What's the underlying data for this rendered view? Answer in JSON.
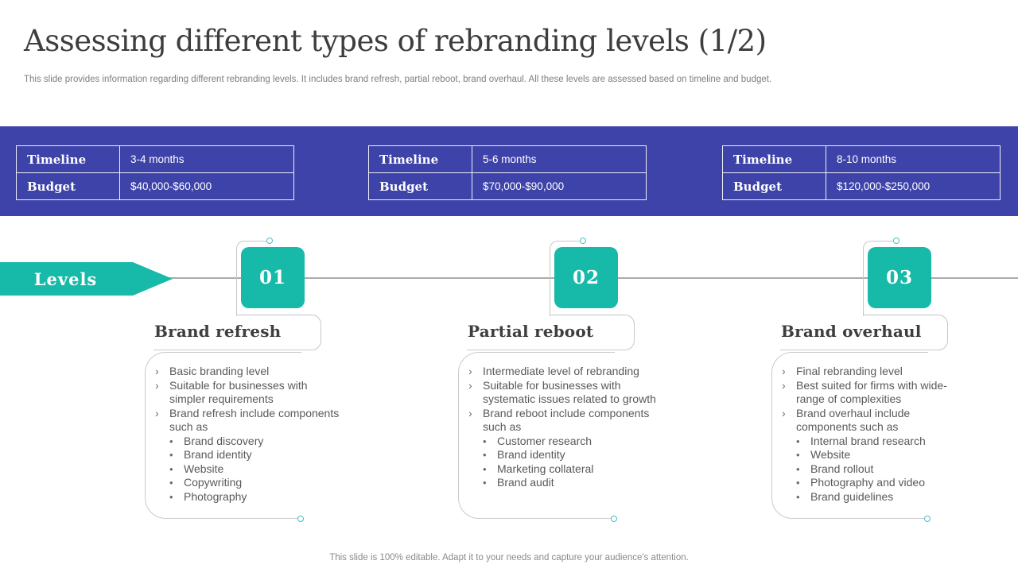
{
  "slide": {
    "title": "Assessing different types of rebranding levels (1/2)",
    "subtitle": "This slide provides information regarding different rebranding levels. It includes brand refresh, partial reboot, brand overhaul. All these levels are assessed based on timeline and budget.",
    "footer": "This slide is 100% editable. Adapt it to your needs and capture your audience's attention.",
    "levels_banner_label": "Levels"
  },
  "colors": {
    "purple": "#3D43A8",
    "teal": "#17B9A8",
    "line": "#ABABAB",
    "frame": "#C7C7C7",
    "dot": "#4BBFC9",
    "dark": "#3D3D3D",
    "body": "#595959",
    "muted": "#7F7F7F"
  },
  "levels": [
    {
      "number": "01",
      "timeline_label": "Timeline",
      "timeline": "3-4 months",
      "budget_label": "Budget",
      "budget": "$40,000-$60,000",
      "heading": "Brand refresh",
      "points": [
        {
          "marker": "›",
          "text": "Basic branding level",
          "sub": false
        },
        {
          "marker": "›",
          "text": "Suitable for businesses with simpler requirements",
          "sub": false
        },
        {
          "marker": "›",
          "text": "Brand refresh include components such as",
          "sub": false
        },
        {
          "marker": "•",
          "text": "Brand discovery",
          "sub": true
        },
        {
          "marker": "•",
          "text": "Brand identity",
          "sub": true
        },
        {
          "marker": "•",
          "text": "Website",
          "sub": true
        },
        {
          "marker": "•",
          "text": "Copywriting",
          "sub": true
        },
        {
          "marker": "•",
          "text": "Photography",
          "sub": true
        }
      ]
    },
    {
      "number": "02",
      "timeline_label": "Timeline",
      "timeline": "5-6 months",
      "budget_label": "Budget",
      "budget": "$70,000-$90,000",
      "heading": "Partial reboot",
      "points": [
        {
          "marker": "›",
          "text": "Intermediate level of rebranding",
          "sub": false
        },
        {
          "marker": "›",
          "text": "Suitable for businesses with systematic issues related to growth",
          "sub": false
        },
        {
          "marker": "›",
          "text": "Brand reboot include components such as",
          "sub": false
        },
        {
          "marker": "•",
          "text": "Customer research",
          "sub": true
        },
        {
          "marker": "•",
          "text": "Brand identity",
          "sub": true
        },
        {
          "marker": "•",
          "text": "Marketing collateral",
          "sub": true
        },
        {
          "marker": "•",
          "text": "Brand audit",
          "sub": true
        }
      ]
    },
    {
      "number": "03",
      "timeline_label": "Timeline",
      "timeline": "8-10 months",
      "budget_label": "Budget",
      "budget": "$120,000-$250,000",
      "heading": "Brand overhaul",
      "points": [
        {
          "marker": "›",
          "text": "Final rebranding level",
          "sub": false
        },
        {
          "marker": "›",
          "text": "Best suited for firms with wide-range of complexities",
          "sub": false
        },
        {
          "marker": "›",
          "text": "Brand overhaul include components such as",
          "sub": false
        },
        {
          "marker": "•",
          "text": "Internal brand research",
          "sub": true
        },
        {
          "marker": "•",
          "text": "Website",
          "sub": true
        },
        {
          "marker": "•",
          "text": "Brand rollout",
          "sub": true
        },
        {
          "marker": "•",
          "text": "Photography and video",
          "sub": true
        },
        {
          "marker": "•",
          "text": "Brand guidelines",
          "sub": true
        }
      ]
    }
  ]
}
